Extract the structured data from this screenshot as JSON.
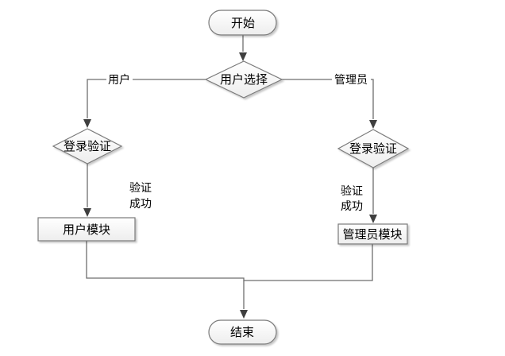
{
  "colors": {
    "background": "#ffffff",
    "connector_line": "#6e6e6e",
    "arrowhead": "#3f3f3f",
    "shape_border": "#7a7a7a",
    "shape_fill_top": "#ffffff",
    "shape_fill_bottom": "#ededed",
    "text": "#000000"
  },
  "nodes": {
    "start": {
      "label": "开始",
      "type": "terminator"
    },
    "choice": {
      "label": "用户选择",
      "type": "decision"
    },
    "verify_user": {
      "label": "登录验证",
      "type": "decision"
    },
    "verify_admin": {
      "label": "登录验证",
      "type": "decision"
    },
    "user_module": {
      "label": "用户模块",
      "type": "process"
    },
    "admin_module": {
      "label": "管理员模块",
      "type": "process"
    },
    "end": {
      "label": "结束",
      "type": "terminator"
    }
  },
  "edges": {
    "user_branch": {
      "label": "用户"
    },
    "admin_branch": {
      "label": "管理员"
    },
    "user_success": {
      "line1": "验证",
      "line2": "成功"
    },
    "admin_success": {
      "line1": "验证",
      "line2": "成功"
    }
  }
}
